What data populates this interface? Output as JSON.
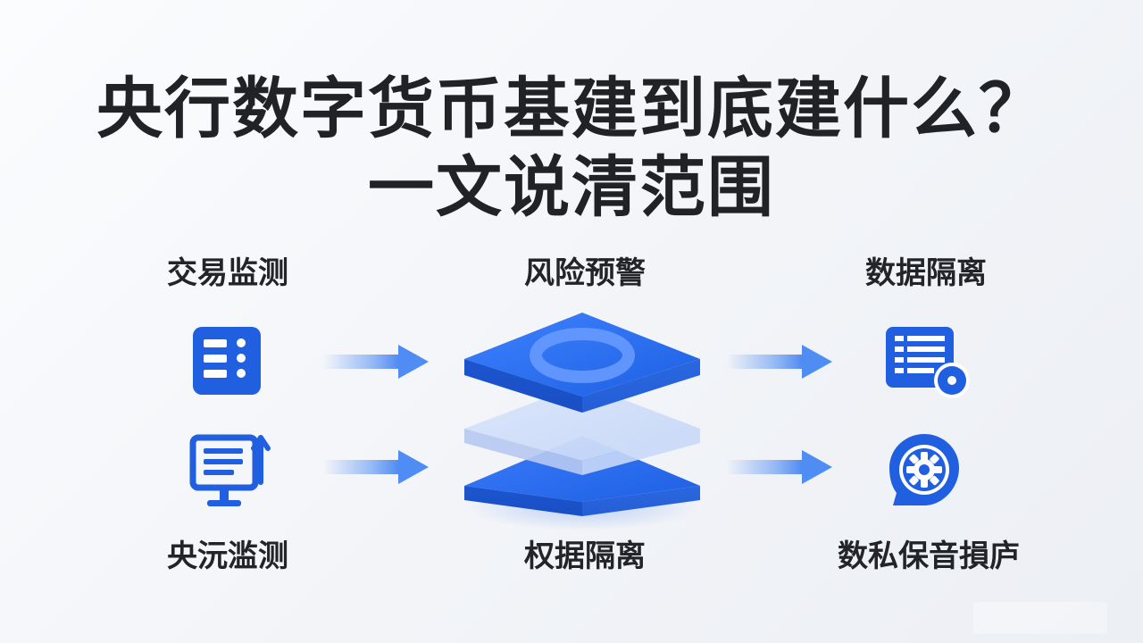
{
  "title": {
    "line1": "央行数字货币基建到底建什么？",
    "line2": "一文说清范围"
  },
  "labels": {
    "top_left": "交易监测",
    "top_center": "风险预警",
    "top_right": "数据隔离",
    "bottom_left": "央沅滥测",
    "bottom_center": "权据隔离",
    "bottom_right": "数私保音損庐"
  },
  "icons": {
    "top_left": "list-panel-icon",
    "bottom_left": "monitor-screen-icon",
    "center": "layered-platform-icon",
    "top_right": "data-table-lock-icon",
    "bottom_right": "shield-gear-icon"
  },
  "colors": {
    "primary": "#1f5fe0",
    "primary_light": "#5b8ff0",
    "arrow": "#4f8cf3",
    "title": "#202226",
    "label": "#222428",
    "background": "#f3f5f8"
  }
}
